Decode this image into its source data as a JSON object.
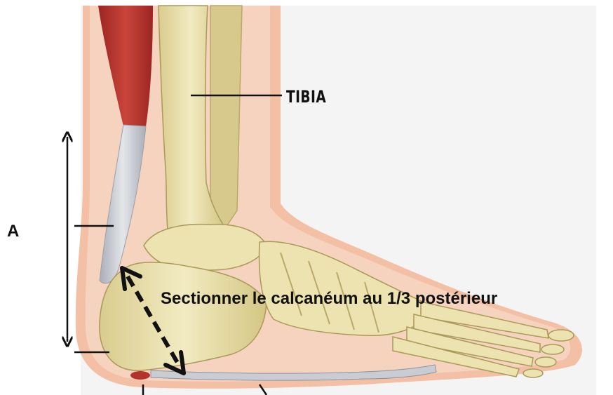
{
  "labels": {
    "tibia": "TIBIA",
    "a": "A",
    "instruction": "Sectionner le calcanéum au 1/3 postérieur"
  },
  "colors": {
    "skin_outer": "#f3bfa5",
    "skin_inner": "#f6d3bf",
    "bone": "#ece3b0",
    "bone_shadow": "#c9bb7c",
    "muscle": "#b5332e",
    "tendon": "#c9ccd3",
    "line": "#111111"
  }
}
